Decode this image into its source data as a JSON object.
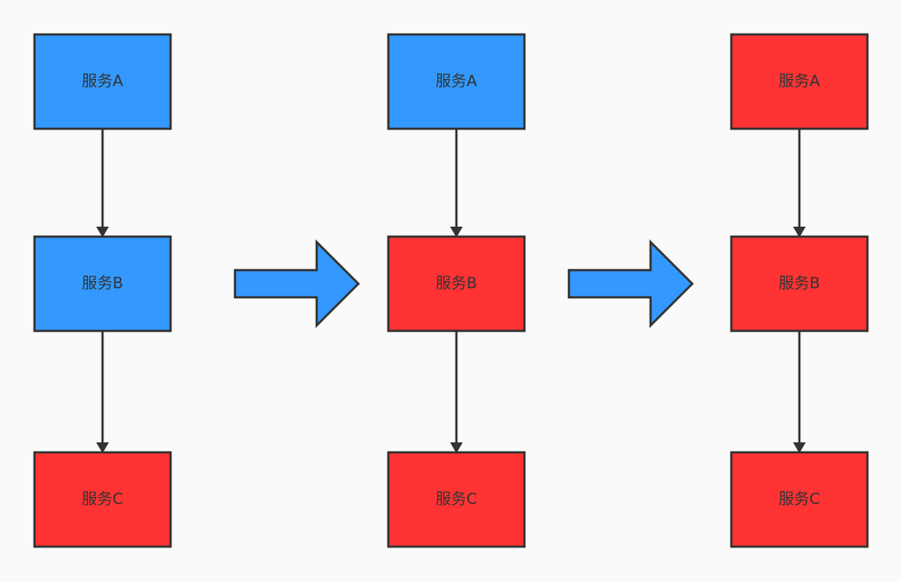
{
  "diagram": {
    "background_color": "#fafafa",
    "colors": {
      "healthy": "#3399ff",
      "failed": "#ff3333",
      "stroke": "#333333",
      "big_arrow": "#3399ff"
    },
    "stages": [
      {
        "nodes": [
          {
            "label": "服务A",
            "status": "healthy"
          },
          {
            "label": "服务B",
            "status": "healthy"
          },
          {
            "label": "服务C",
            "status": "failed"
          }
        ]
      },
      {
        "nodes": [
          {
            "label": "服务A",
            "status": "healthy"
          },
          {
            "label": "服务B",
            "status": "failed"
          },
          {
            "label": "服务C",
            "status": "failed"
          }
        ]
      },
      {
        "nodes": [
          {
            "label": "服务A",
            "status": "failed"
          },
          {
            "label": "服务B",
            "status": "failed"
          },
          {
            "label": "服务C",
            "status": "failed"
          }
        ]
      }
    ]
  }
}
